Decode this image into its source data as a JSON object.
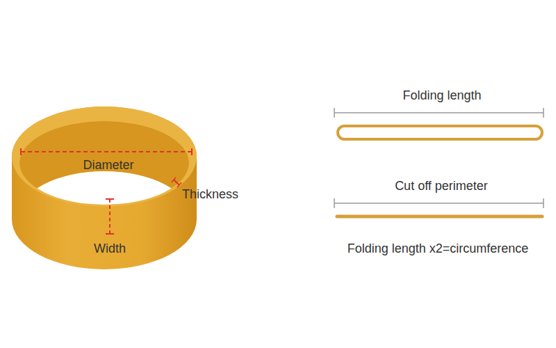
{
  "diagram": {
    "labels": [
      "Diameter",
      "Thickness",
      "Width",
      "Folding length",
      "Cut off perimeter",
      "Folding length x2=circumference"
    ]
  }
}
